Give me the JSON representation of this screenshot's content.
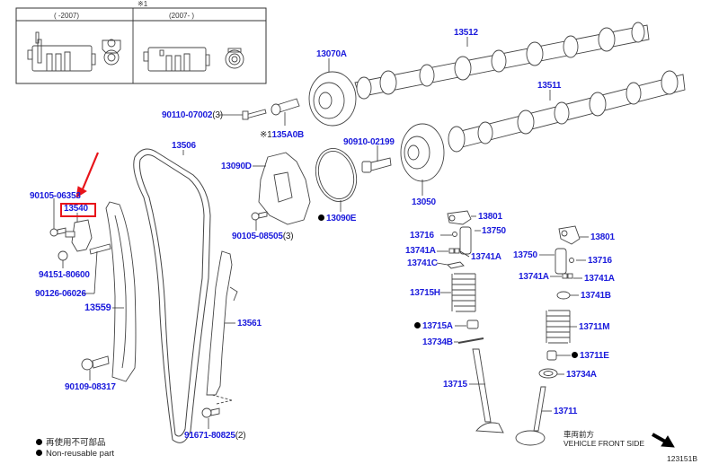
{
  "inset": {
    "marker": "※1",
    "columns": [
      {
        "label": "(      -2007)"
      },
      {
        "label": "(2007-      )"
      }
    ]
  },
  "highlight_color": "#e8141a",
  "label_color": "#1a1adc",
  "callouts": [
    {
      "id": "c13512",
      "part": "13512"
    },
    {
      "id": "c13511",
      "part": "13511"
    },
    {
      "id": "c13070A",
      "part": "13070A"
    },
    {
      "id": "c90110",
      "part": "90110-07002",
      "qty": "(3)"
    },
    {
      "id": "c135A0B",
      "part": "135A0B",
      "prefix": "※1"
    },
    {
      "id": "c13506",
      "part": "13506"
    },
    {
      "id": "c13090D",
      "part": "13090D"
    },
    {
      "id": "c90910",
      "part": "90910-02199"
    },
    {
      "id": "c13090E",
      "part": "13090E",
      "non_reusable": true
    },
    {
      "id": "c13050",
      "part": "13050"
    },
    {
      "id": "c90105a",
      "part": "90105-06353"
    },
    {
      "id": "c13540",
      "part": "13540",
      "highlighted": true
    },
    {
      "id": "c90105b",
      "part": "90105-08505",
      "qty": "(3)"
    },
    {
      "id": "c94151",
      "part": "94151-80600"
    },
    {
      "id": "c90126",
      "part": "90126-06026"
    },
    {
      "id": "c13559",
      "part": "13559"
    },
    {
      "id": "c13561",
      "part": "13561"
    },
    {
      "id": "c90109",
      "part": "90109-08317"
    },
    {
      "id": "c91671",
      "part": "91671-80825",
      "qty": "(2)"
    },
    {
      "id": "c13801a",
      "part": "13801"
    },
    {
      "id": "c13750a",
      "part": "13750"
    },
    {
      "id": "c13716a",
      "part": "13716"
    },
    {
      "id": "c13741Aa",
      "part": "13741A"
    },
    {
      "id": "c13741Ab",
      "part": "13741A"
    },
    {
      "id": "c13741C",
      "part": "13741C"
    },
    {
      "id": "c13715H",
      "part": "13715H"
    },
    {
      "id": "c13715A",
      "part": "13715A",
      "non_reusable": true
    },
    {
      "id": "c13734B",
      "part": "13734B"
    },
    {
      "id": "c13715",
      "part": "13715"
    },
    {
      "id": "c13801b",
      "part": "13801"
    },
    {
      "id": "c13750b",
      "part": "13750"
    },
    {
      "id": "c13716b",
      "part": "13716"
    },
    {
      "id": "c13741Ac",
      "part": "13741A"
    },
    {
      "id": "c13741Ad",
      "part": "13741A"
    },
    {
      "id": "c13741B",
      "part": "13741B"
    },
    {
      "id": "c13711M",
      "part": "13711M"
    },
    {
      "id": "c13711E",
      "part": "13711E",
      "non_reusable": true
    },
    {
      "id": "c13734A",
      "part": "13734A"
    },
    {
      "id": "c13711",
      "part": "13711"
    }
  ],
  "legend": {
    "non_reusable_jp": "再使用不可部品",
    "non_reusable_en": "Non-reusable part"
  },
  "direction": {
    "jp": "車両前方",
    "en": "VEHICLE FRONT SIDE"
  },
  "figure_id": "123151B"
}
